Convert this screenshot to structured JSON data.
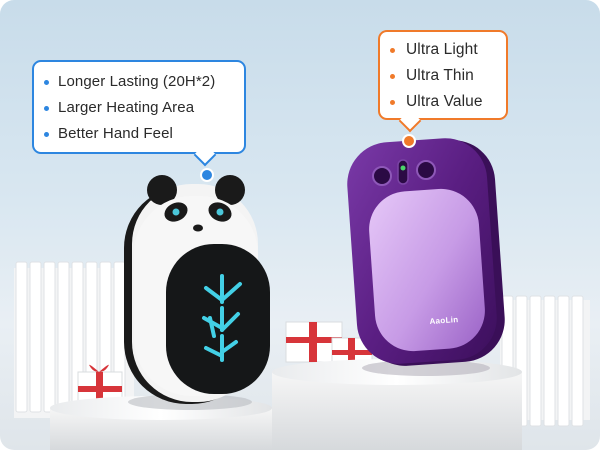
{
  "left_callout": {
    "items": [
      {
        "label": "Longer Lasting (20H*2)"
      },
      {
        "label": "Larger Heating Area"
      },
      {
        "label": "Better Hand Feel"
      }
    ],
    "accent": "#2d86e0"
  },
  "right_callout": {
    "items": [
      {
        "label": "Ultra Light"
      },
      {
        "label": "Ultra Thin"
      },
      {
        "label": "Ultra Value"
      }
    ],
    "accent": "#f07a2a"
  },
  "products": {
    "left": {
      "style": "panda",
      "body_color": "#f4f4f4",
      "accent_color": "#1c1c1c",
      "display_color": "#43d0e6"
    },
    "right": {
      "style": "purple",
      "body_color": "#5a1e82",
      "panel_color": "#c79be6",
      "brand_text": "AaoLin"
    }
  }
}
